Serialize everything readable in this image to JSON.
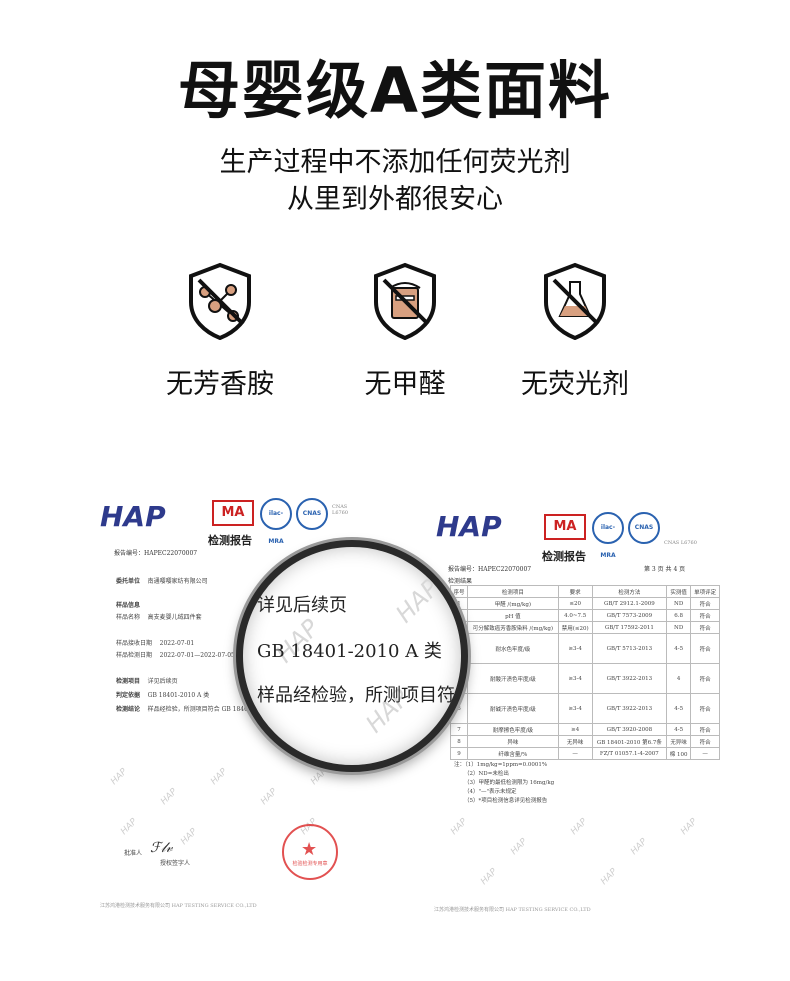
{
  "header": {
    "title": "母婴级A类面料",
    "subtitle_line1": "生产过程中不添加任何荧光剂",
    "subtitle_line2": "从里到外都很安心"
  },
  "features": [
    {
      "label": "无芳香胺",
      "icon": "no-amine-icon"
    },
    {
      "label": "无甲醛",
      "icon": "no-formaldehyde-icon"
    },
    {
      "label": "无荧光剂",
      "icon": "no-fluorescent-icon"
    }
  ],
  "report": {
    "logo": "HAP",
    "cma": "MA",
    "ilac": "ilac-MRA",
    "cnas": "CNAS",
    "cert_no": "CNAS L6760",
    "title": "检测报告",
    "report_no": "报告编号：HAPEC22070007",
    "fields": [
      {
        "k": "委托单位",
        "v": "南通嘤嘤家纺有限公司"
      },
      {
        "k": "样品信息",
        "v": ""
      },
      {
        "k": "样品名称",
        "v": "高支麦婴儿绒四件套"
      },
      {
        "k": "样品接收日期",
        "v": "2022-07-01"
      },
      {
        "k": "样品检测日期",
        "v": "2022-07-01—2022-07-05"
      },
      {
        "k": "检测项目",
        "v": "详见后续页"
      },
      {
        "k": "判定依据",
        "v": "GB 18401-2010 A 类"
      },
      {
        "k": "检测结论",
        "v": "样品经检验，所测项目符合 GB 18401"
      }
    ],
    "signer_label": "批准人",
    "authorized": "授权签字人",
    "seal_text": "检验检测专用章",
    "page": "第 3 页 共 4 页",
    "results_header": "检测结果",
    "table_head": [
      "序号",
      "检测项目",
      "要求",
      "检测方法",
      "实测值",
      "单项评定"
    ],
    "table_rows": [
      [
        "1",
        "甲醛 /(mg/kg)",
        "≤20",
        "GB/T 2912.1-2009",
        "ND",
        "符合"
      ],
      [
        "2",
        "pH 值",
        "4.0~7.5",
        "GB/T 7573-2009",
        "6.8",
        "符合"
      ],
      [
        "3",
        "可分解致癌芳香胺染料 /(mg/kg)",
        "禁用(≤20)",
        "GB/T 17592-2011",
        "ND",
        "符合"
      ],
      [
        "4",
        "耐水色牢度/级",
        "≥3-4",
        "GB/T 5713-2013",
        "4-5",
        "符合"
      ],
      [
        "5",
        "耐酸汗渍色牢度/级",
        "≥3-4",
        "GB/T 3922-2013",
        "4",
        "符合"
      ],
      [
        "6",
        "耐碱汗渍色牢度/级",
        "≥3-4",
        "GB/T 3922-2013",
        "4-5",
        "符合"
      ],
      [
        "7",
        "耐摩擦色牢度/级",
        "≥4",
        "GB/T 3920-2008",
        "4-5",
        "符合"
      ],
      [
        "8",
        "异味",
        "无异味",
        "GB 18401-2010 第6.7条",
        "无异味",
        "符合"
      ],
      [
        "9",
        "纤维含量/%",
        "—",
        "FZ/T 01057.1-4-2007",
        "棉 100",
        "—"
      ]
    ],
    "notes": [
      "注：（1）1mg/kg=1ppm=0.0001%",
      "（2）ND=未检出",
      "（3）甲醛的最低检测限为 16mg/kg",
      "（4）\"—\"表示未规定",
      "（5）*项目检测信息详见检测报告"
    ],
    "footer": "江苏鸿港检测技术服务有限公司 HAP TESTING SERVICE CO.,LTD",
    "watermark": "HAP"
  },
  "magnifier": {
    "line1": "详见后续页",
    "line2": "GB 18401-2010 A 类",
    "line3": "样品经检验，所测项目符"
  }
}
